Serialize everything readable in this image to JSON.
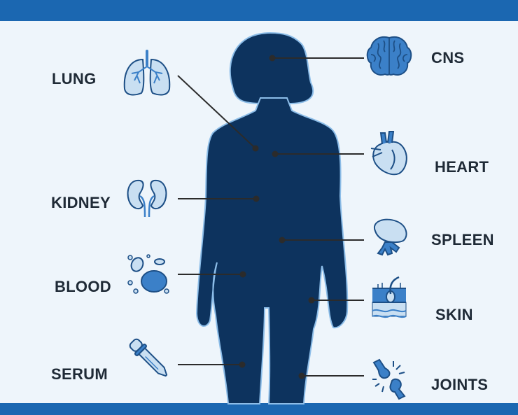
{
  "colors": {
    "band": "#1b67b1",
    "background": "#eef5fb",
    "silhouette": "#0d335e",
    "silhouette_edge": "#8cbde8",
    "leader": "#2b2b2b",
    "icon_fill": "#c9dff2",
    "icon_stroke": "#1d4f86",
    "icon_accent": "#3b80c8"
  },
  "labels": {
    "lung": "LUNG",
    "kidney": "KIDNEY",
    "blood": "BLOOD",
    "serum": "SERUM",
    "cns": "CNS",
    "heart": "HEART",
    "spleen": "SPLEEN",
    "skin": "SKIN",
    "joints": "JOINTS"
  },
  "icons": {
    "lung": "lungs-icon",
    "kidney": "kidneys-icon",
    "blood": "blood-cells-icon",
    "serum": "dropper-icon",
    "cns": "brain-icon",
    "heart": "heart-icon",
    "spleen": "spleen-icon",
    "skin": "skin-icon",
    "joints": "joint-icon"
  }
}
